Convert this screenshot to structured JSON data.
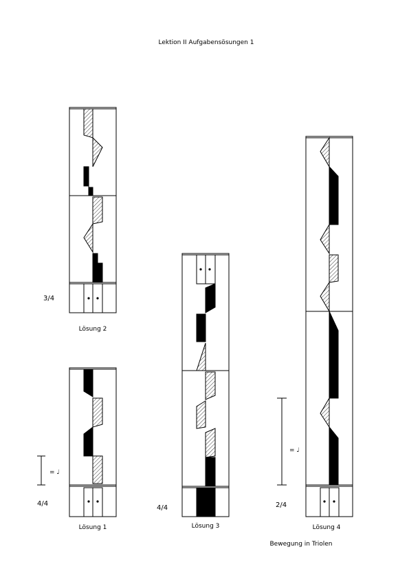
{
  "page": {
    "title": "Lektion II Aufgabensösungen 1",
    "footer_note": "Bewegung in Triolen"
  },
  "solutions": [
    {
      "caption": "Lösung 1",
      "meter": "4/4",
      "tempo_marking": "= ♩"
    },
    {
      "caption": "Lösung 2",
      "meter": "3/4"
    },
    {
      "caption": "Lösung 3",
      "meter": "4/4"
    },
    {
      "caption": "Lösung 4",
      "meter": "2/4",
      "tempo_marking": "= ♩"
    }
  ]
}
